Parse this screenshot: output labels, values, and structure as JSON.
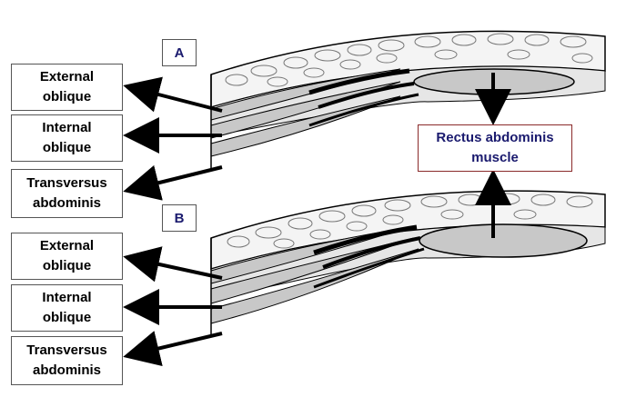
{
  "panels": [
    {
      "tag": "A",
      "labels": {
        "external": "External\noblique",
        "internal": "Internal\noblique",
        "transversus": "Transversus\nabdominis"
      }
    },
    {
      "tag": "B",
      "labels": {
        "external": "External\noblique",
        "internal": "Internal\noblique",
        "transversus": "Transversus\nabdominis"
      }
    }
  ],
  "center_label": "Rectus abdominis\nmuscle",
  "colors": {
    "muscle": "#c8c8c8",
    "fat": "#f4f4f4",
    "outline": "#000000",
    "tag_text": "#1a1a6e",
    "center_border": "#8a2a2a"
  }
}
